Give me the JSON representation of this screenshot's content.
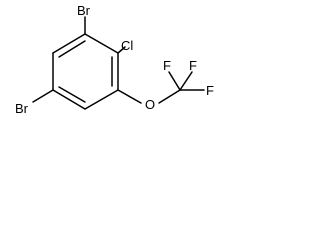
{
  "molecule": {
    "atoms": {
      "br_top": "Br",
      "cl": "Cl",
      "br_bottom": "Br",
      "o": "O",
      "f_top_left": "F",
      "f_top_right": "F",
      "f_right": "F"
    },
    "bonds": [
      {
        "from": "ring_c1",
        "to": "ring_c2",
        "order": 1
      },
      {
        "from": "ring_c2",
        "to": "ring_c3",
        "order": 2
      },
      {
        "from": "ring_c3",
        "to": "ring_c4",
        "order": 1
      },
      {
        "from": "ring_c4",
        "to": "ring_c5",
        "order": 2
      },
      {
        "from": "ring_c5",
        "to": "ring_c6",
        "order": 1
      },
      {
        "from": "ring_c6",
        "to": "ring_c1",
        "order": 2
      },
      {
        "from": "ring_c1",
        "to": "br_top",
        "order": 1
      },
      {
        "from": "ring_c2",
        "to": "cl",
        "order": 1
      },
      {
        "from": "ring_c5",
        "to": "br_bottom",
        "order": 1
      },
      {
        "from": "ring_c3",
        "to": "o",
        "order": 1
      },
      {
        "from": "o",
        "to": "cf3_c",
        "order": 1
      },
      {
        "from": "cf3_c",
        "to": "f_top_left",
        "order": 1
      },
      {
        "from": "cf3_c",
        "to": "f_top_right",
        "order": 1
      },
      {
        "from": "cf3_c",
        "to": "f_right",
        "order": 1
      }
    ]
  }
}
